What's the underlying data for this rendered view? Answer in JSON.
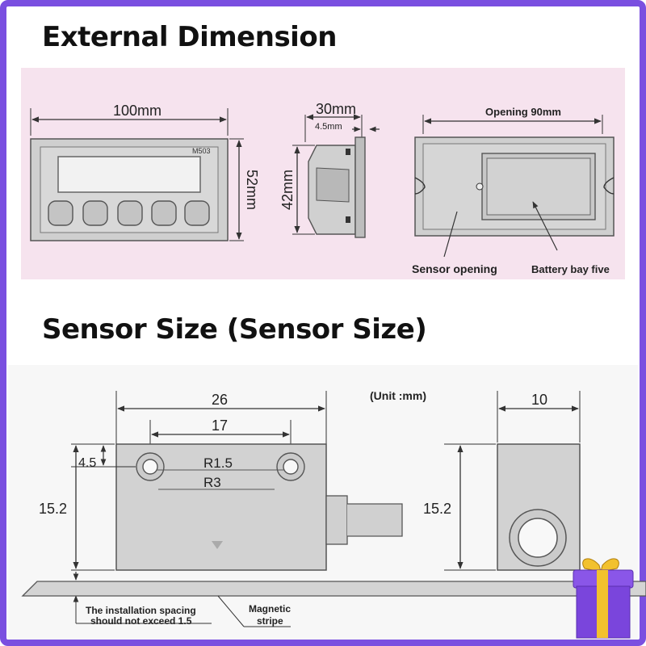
{
  "sections": {
    "external_title": "External Dimension",
    "sensor_title": "Sensor Size (Sensor Size)"
  },
  "external": {
    "front": {
      "width_label": "100mm",
      "height_label": "52mm",
      "model_label": "M503"
    },
    "side": {
      "depth_label": "30mm",
      "inner_label": "4.5mm",
      "height_label": "42mm"
    },
    "back": {
      "opening_label": "Opening 90mm",
      "sensor_opening_label": "Sensor opening",
      "battery_label": "Battery bay five"
    }
  },
  "sensor": {
    "unit_label": "(Unit :mm)",
    "width_label": "26",
    "hole_spacing_label": "17",
    "hole_offset_label": "4.5",
    "height_label": "15.2",
    "r_small_label": "R1.5",
    "r_large_label": "R3",
    "side_width_label": "10",
    "side_height_label": "15.2",
    "install_note_line1": "The installation spacing",
    "install_note_line2": "should not exceed 1.5",
    "magnetic_label_line1": "Magnetic",
    "magnetic_label_line2": "stripe"
  },
  "colors": {
    "frame": "#7a4fe0",
    "pink_panel": "#f6e3ee",
    "device_grey": "#d4d4d4",
    "outline": "#555555"
  }
}
